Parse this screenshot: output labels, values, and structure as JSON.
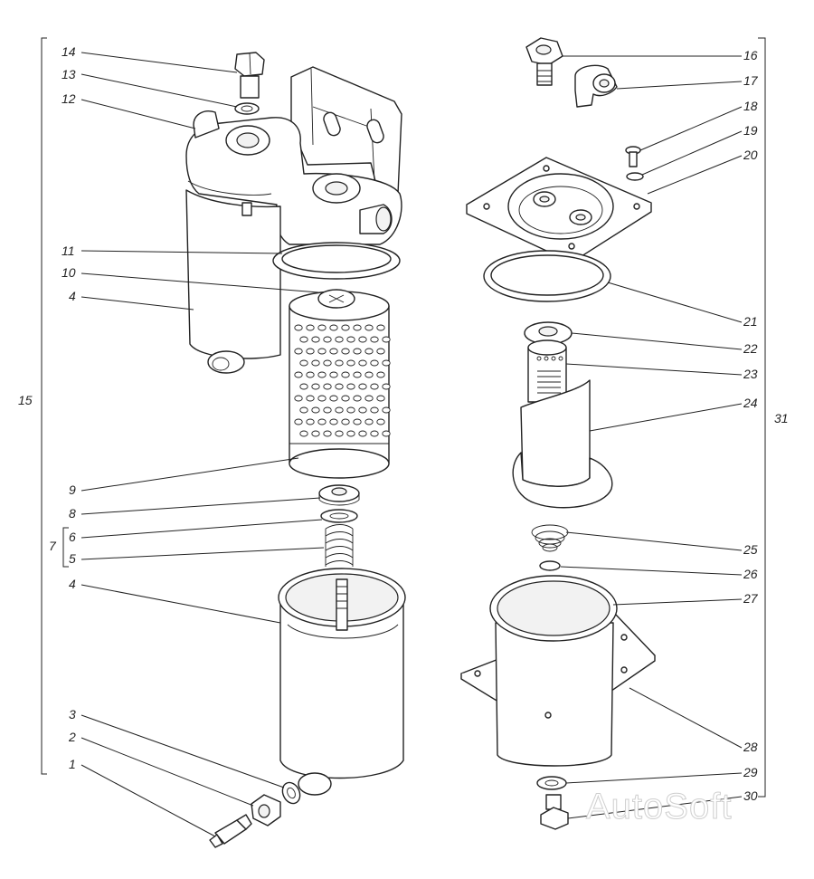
{
  "watermark": "AutoSoft",
  "labels": {
    "n1": "1",
    "n2": "2",
    "n3": "3",
    "n4a": "4",
    "n4b": "4",
    "n5": "5",
    "n6": "6",
    "n7": "7",
    "n8": "8",
    "n9": "9",
    "n10": "10",
    "n11": "11",
    "n12": "12",
    "n13": "13",
    "n14": "14",
    "n15": "15",
    "n16": "16",
    "n17": "17",
    "n18": "18",
    "n19": "19",
    "n20": "20",
    "n21": "21",
    "n22": "22",
    "n23": "23",
    "n24": "24",
    "n25": "25",
    "n26": "26",
    "n27": "27",
    "n28": "28",
    "n29": "29",
    "n30": "30",
    "n31": "31"
  }
}
